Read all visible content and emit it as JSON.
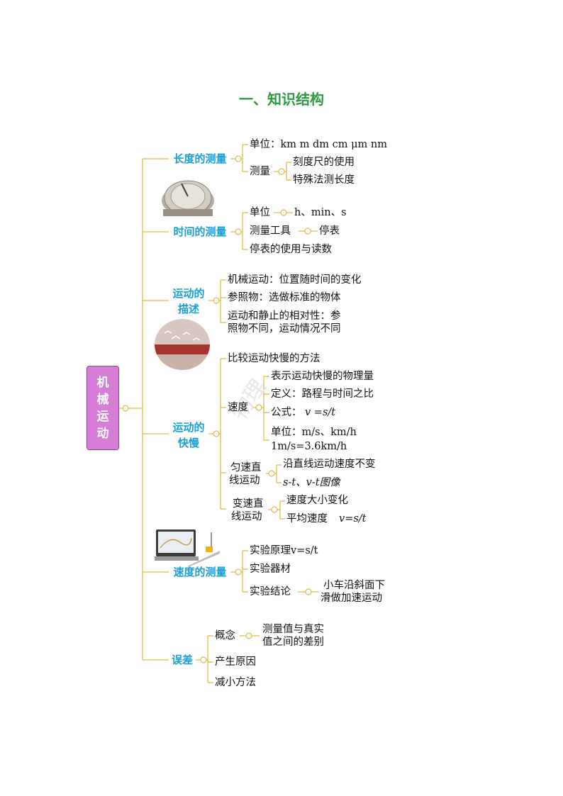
{
  "page_title": "一、知识结构",
  "root_label": [
    "机",
    "械",
    "运",
    "动"
  ],
  "watermark": "物理",
  "colors": {
    "wire": "#e3b94c",
    "branch_text": "#1aa0d6",
    "title": "#2e9a42",
    "root_bg": "#d67dd8"
  },
  "length": {
    "label": "长度的测量",
    "unit": "单位：km m dm cm  μm nm",
    "measure": "测量",
    "ruler": "刻度尺的使用",
    "special": "特殊法测长度"
  },
  "time": {
    "label": "时间的测量",
    "unit": "单位",
    "unit_value": "h、min、s",
    "tool": "测量工具",
    "tool_value": "停表",
    "usage": "停表的使用与读数"
  },
  "description": {
    "label_1": "运动的",
    "label_2": "描述",
    "mech": "机械运动：位置随时间的变化",
    "ref": "参照物：选做标准的物体",
    "rel_1": "运动和静止的相对性：参",
    "rel_2": "照物不同，运动情况不同"
  },
  "speed_section": {
    "label_1": "运动的",
    "label_2": "快慢",
    "compare": "比较运动快慢的方法",
    "speed": "速度",
    "meaning": "表示运动快慢的物理量",
    "definition": "定义：路程与时间之比",
    "formula_prefix": "公式：",
    "formula": "v =s/t",
    "unit": "单位：m/s、km/h",
    "conversion": "1m/s=3.6km/h",
    "uniform_1": "匀速直",
    "uniform_2": "线运动",
    "uniform_a": "沿直线运动速度不变",
    "uniform_b": "s-t、v-t图像",
    "variable_1": "变速直",
    "variable_2": "线运动",
    "variable_a": "速度大小变化",
    "variable_b_prefix": "平均速度",
    "variable_b_formula": "v=s/t"
  },
  "speed_measure": {
    "label": "速度的测量",
    "principle": "实验原理v=s/t",
    "equipment": "实验器材",
    "conclusion": "实验结论",
    "result_1": "小车沿斜面下",
    "result_2": "滑做加速运动"
  },
  "error": {
    "label": "误差",
    "concept": "概念",
    "concept_1": "测量值与真实",
    "concept_2": "值之间的差别",
    "cause": "产生原因",
    "reduce": "减小方法"
  }
}
